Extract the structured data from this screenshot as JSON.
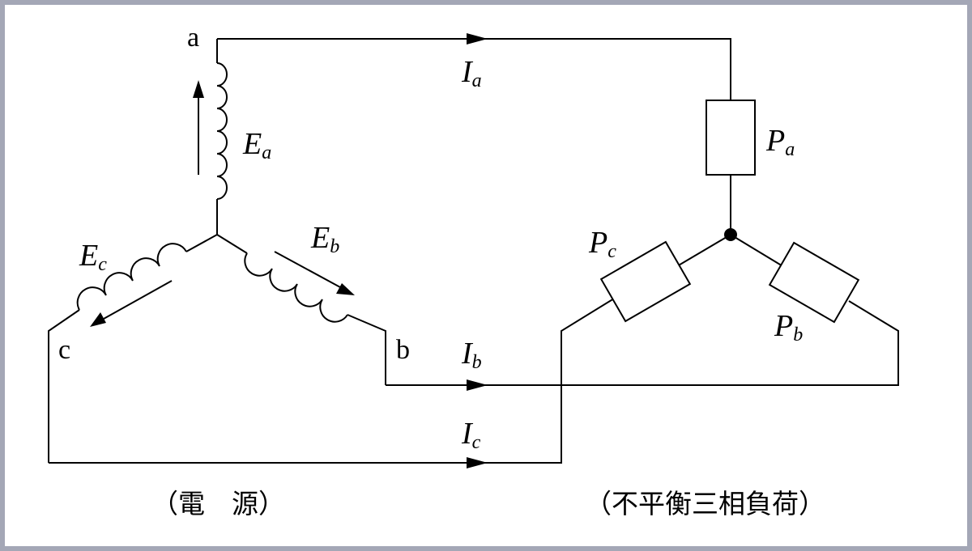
{
  "nodes": {
    "a": "a",
    "b": "b",
    "c": "c"
  },
  "emf": {
    "a": {
      "symbol": "E",
      "subscript": "a"
    },
    "b": {
      "symbol": "E",
      "subscript": "b"
    },
    "c": {
      "symbol": "E",
      "subscript": "c"
    }
  },
  "currents": {
    "a": {
      "symbol": "I",
      "subscript": "a"
    },
    "b": {
      "symbol": "I",
      "subscript": "b"
    },
    "c": {
      "symbol": "I",
      "subscript": "c"
    }
  },
  "loads": {
    "a": {
      "symbol": "P",
      "subscript": "a"
    },
    "b": {
      "symbol": "P",
      "subscript": "b"
    },
    "c": {
      "symbol": "P",
      "subscript": "c"
    }
  },
  "captions": {
    "source": "（電　源）",
    "load": "（不平衡三相負荷）"
  },
  "colors": {
    "frame": "#a4a7b6",
    "background": "#ffffff",
    "ink": "#000000"
  }
}
